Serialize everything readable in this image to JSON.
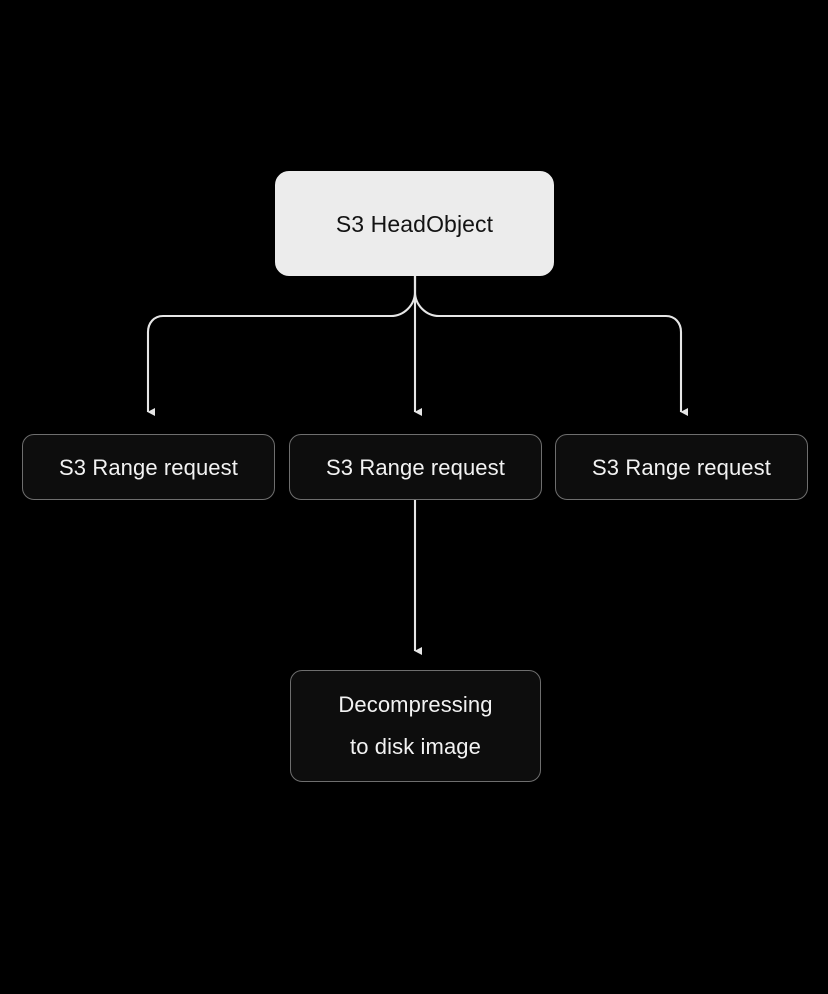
{
  "diagram": {
    "title": "S3 HeadObject fan-out flow",
    "background_color": "#000000",
    "edge_color": "#e6e6e6",
    "nodes": [
      {
        "id": "root",
        "label": "S3 HeadObject",
        "style": "highlighted",
        "fill": "#ececec",
        "text_color": "#131313"
      },
      {
        "id": "range-1",
        "label": "S3 Range request",
        "style": "default",
        "fill": "#0d0d0d",
        "text_color": "#f2f2f2"
      },
      {
        "id": "range-2",
        "label": "S3 Range request",
        "style": "default",
        "fill": "#0d0d0d",
        "text_color": "#f2f2f2"
      },
      {
        "id": "range-3",
        "label": "S3 Range request",
        "style": "default",
        "fill": "#0d0d0d",
        "text_color": "#f2f2f2"
      },
      {
        "id": "decompress",
        "label": "Decompressing\nto disk image",
        "style": "default",
        "fill": "#0d0d0d",
        "text_color": "#f2f2f2"
      }
    ],
    "edges": [
      {
        "id": "root-to-range-1",
        "from": "root",
        "to": "range-1",
        "shape": "elbow-left",
        "arrowhead": "triangle"
      },
      {
        "id": "root-to-range-2",
        "from": "root",
        "to": "range-2",
        "shape": "straight",
        "arrowhead": "triangle"
      },
      {
        "id": "root-to-range-3",
        "from": "root",
        "to": "range-3",
        "shape": "elbow-right",
        "arrowhead": "triangle"
      },
      {
        "id": "range-2-to-decompress",
        "from": "range-2",
        "to": "decompress",
        "shape": "straight",
        "arrowhead": "triangle"
      }
    ]
  }
}
